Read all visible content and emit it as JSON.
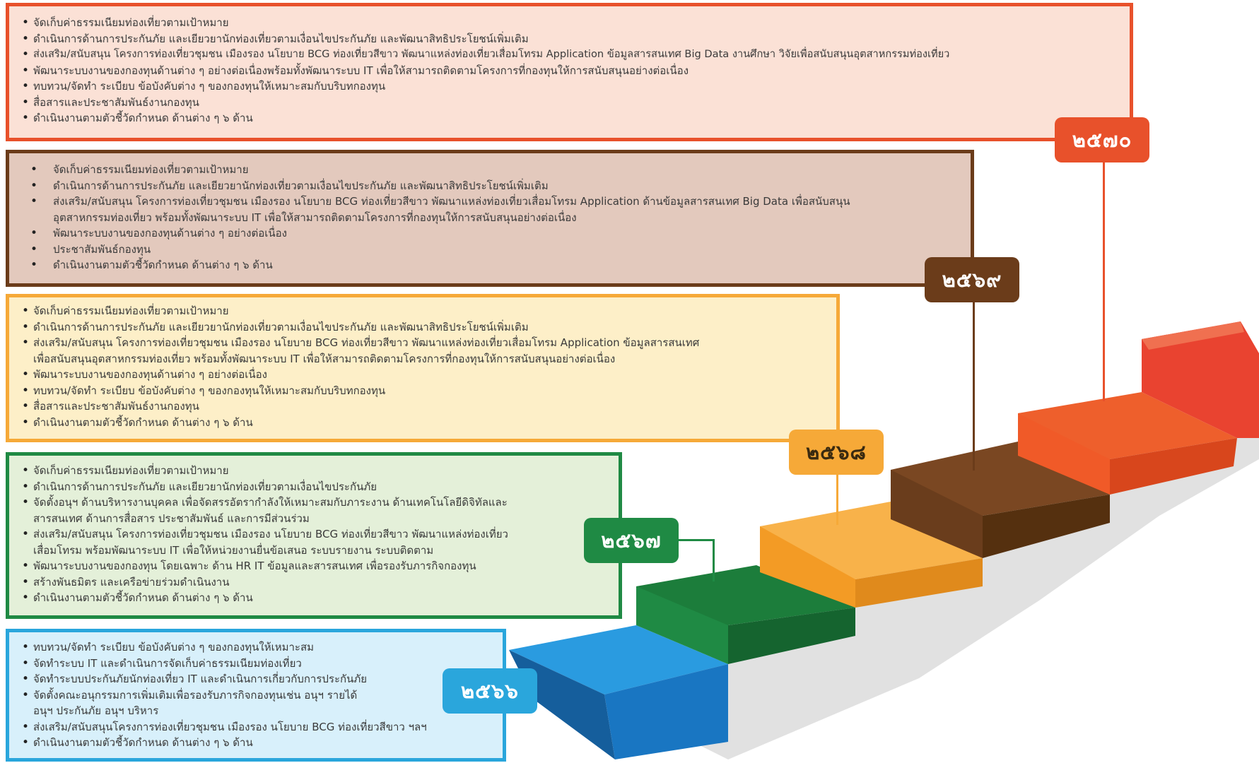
{
  "colors": {
    "y2570": "#e8512b",
    "y2569": "#6b3c1a",
    "y2568": "#f6a938",
    "y2567": "#1f8a44",
    "y2566": "#2aa6dc",
    "stair_blue": "#1f8fd6",
    "stair_green": "#1c7d3b",
    "stair_orange": "#f5a53a",
    "stair_brown": "#6a3d1c",
    "stair_red": "#e94e2e"
  },
  "years": {
    "y2570": {
      "badge": "๒๕๗๐",
      "items": [
        "จัดเก็บค่าธรรมเนียมท่องเที่ยวตามเป้าหมาย",
        "ดำเนินการด้านการประกันภัย และเยียวยานักท่องเที่ยวตามเงื่อนไขประกันภัย และพัฒนาสิทธิประโยชน์เพิ่มเติม",
        "ส่งเสริม/สนับสนุน โครงการท่องเที่ยวชุมชน เมืองรอง นโยบาย BCG ท่องเที่ยวสีขาว พัฒนาแหล่งท่องเที่ยวเสื่อมโทรม Application ข้อมูลสารสนเทศ Big Data งานศึกษา วิจัยเพื่อสนับสนุนอุตสาหกรรมท่องเที่ยว",
        "พัฒนาระบบงานของกองทุนด้านต่าง ๆ อย่างต่อเนื่องพร้อมทั้งพัฒนาระบบ IT เพื่อให้สามารถติดตามโครงการที่กองทุนให้การสนับสนุนอย่างต่อเนื่อง",
        "ทบทวน/จัดทำ ระเบียบ ข้อบังคับต่าง ๆ ของกองทุนให้เหมาะสมกับบริบทกองทุน",
        "สื่อสารและประชาสัมพันธ์งานกองทุน",
        "ดำเนินงานตามตัวชี้วัดกำหนด ด้านต่าง ๆ ๖ ด้าน"
      ]
    },
    "y2569": {
      "badge": "๒๕๖๙",
      "items": [
        {
          "a": "จัดเก็บค่าธรรมเนียมท่องเที่ยวตามเป้าหมาย"
        },
        {
          "a": "ดำเนินการด้านการประกันภัย และเยียวยานักท่องเที่ยวตามเงื่อนไขประกันภัย และพัฒนาสิทธิประโยชน์เพิ่มเติม"
        },
        {
          "a": "ส่งเสริม/สนับสนุน โครงการท่องเที่ยวชุมชน เมืองรอง นโยบาย BCG ท่องเที่ยวสีขาว พัฒนาแหล่งท่องเที่ยวเสื่อมโทรม Application ด้านข้อมูลสารสนเทศ Big Data เพื่อสนับสนุน",
          "b": "อุตสาหกรรมท่องเที่ยว พร้อมทั้งพัฒนาระบบ IT เพื่อให้สามารถติดตามโครงการที่กองทุนให้การสนับสนุนอย่างต่อเนื่อง"
        },
        {
          "a": "พัฒนาระบบงานของกองทุนด้านต่าง ๆ อย่างต่อเนื่อง"
        },
        {
          "a": "ประชาสัมพันธ์กองทุน"
        },
        {
          "a": "ดำเนินงานตามตัวชี้วัดกำหนด ด้านต่าง ๆ ๖ ด้าน"
        }
      ]
    },
    "y2568": {
      "badge": "๒๕๖๘",
      "items": [
        {
          "a": "จัดเก็บค่าธรรมเนียมท่องเที่ยวตามเป้าหมาย"
        },
        {
          "a": "ดำเนินการด้านการประกันภัย และเยียวยานักท่องเที่ยวตามเงื่อนไขประกันภัย และพัฒนาสิทธิประโยชน์เพิ่มเติม"
        },
        {
          "a": "ส่งเสริม/สนับสนุน โครงการท่องเที่ยวชุมชน เมืองรอง นโยบาย BCG ท่องเที่ยวสีขาว พัฒนาแหล่งท่องเที่ยวเสื่อมโทรม Application ข้อมูลสารสนเทศ",
          "b": "เพื่อสนับสนุนอุตสาหกรรมท่องเที่ยว พร้อมทั้งพัฒนาระบบ IT เพื่อให้สามารถติดตามโครงการที่กองทุนให้การสนับสนุนอย่างต่อเนื่อง"
        },
        {
          "a": "พัฒนาระบบงานของกองทุนด้านต่าง ๆ อย่างต่อเนื่อง"
        },
        {
          "a": "ทบทวน/จัดทำ ระเบียบ ข้อบังคับต่าง ๆ ของกองทุนให้เหมาะสมกับบริบทกองทุน"
        },
        {
          "a": "สื่อสารและประชาสัมพันธ์งานกองทุน"
        },
        {
          "a": "ดำเนินงานตามตัวชี้วัดกำหนด ด้านต่าง ๆ ๖ ด้าน"
        }
      ]
    },
    "y2567": {
      "badge": "๒๕๖๗",
      "items": [
        {
          "a": "จัดเก็บค่าธรรมเนียมท่องเที่ยวตามเป้าหมาย"
        },
        {
          "a": "ดำเนินการด้านการประกันภัย และเยียวยานักท่องเที่ยวตามเงื่อนไขประกันภัย"
        },
        {
          "a": "จัดตั้งอนุฯ ด้านบริหารงานบุคคล เพื่อจัดสรรอัตรากำลังให้เหมาะสมกับภาระงาน ด้านเทคโนโลยีดิจิทัลและ",
          "b": "สารสนเทศ ด้านการสื่อสาร ประชาสัมพันธ์ และการมีส่วนร่วม"
        },
        {
          "a": "ส่งเสริม/สนับสนุน โครงการท่องเที่ยวชุมชน เมืองรอง นโยบาย BCG ท่องเที่ยวสีขาว พัฒนาแหล่งท่องเที่ยว",
          "b": "เสื่อมโทรม พร้อมพัฒนาระบบ IT เพื่อให้หน่วยงานยื่นข้อเสนอ ระบบรายงาน ระบบติดตาม"
        },
        {
          "a": "พัฒนาระบบงานของกองทุน โดยเฉพาะ ด้าน HR IT ข้อมูลและสารสนเทศ เพื่อรองรับภารกิจกองทุน"
        },
        {
          "a": "สร้างพันธมิตร และเครือข่ายร่วมดำเนินงาน"
        },
        {
          "a": "ดำเนินงานตามตัวชี้วัดกำหนด ด้านต่าง ๆ ๖ ด้าน"
        }
      ]
    },
    "y2566": {
      "badge": "๒๕๖๖",
      "items": [
        {
          "a": "ทบทวน/จัดทำ ระเบียบ ข้อบังคับต่าง ๆ ของกองทุนให้เหมาะสม"
        },
        {
          "a": "จัดทำระบบ IT และดำเนินการจัดเก็บค่าธรรมเนียมท่องเที่ยว"
        },
        {
          "a": "จัดทำระบบประกันภัยนักท่องเที่ยว IT และดำเนินการเกี่ยวกับการประกันภัย"
        },
        {
          "a": "จัดตั้งคณะอนุกรรมการเพิ่มเติมเพื่อรองรับภารกิจกองทุนเช่น อนุฯ รายได้",
          "b": "อนุฯ ประกันภัย อนุฯ บริหาร"
        },
        {
          "a": "ส่งเสริม/สนับสนุนโครงการท่องเที่ยวชุมชน เมืองรอง นโยบาย BCG ท่องเที่ยวสีขาว ฯลฯ"
        },
        {
          "a": "ดำเนินงานตามตัวชี้วัดกำหนด ด้านต่าง ๆ ๖ ด้าน"
        }
      ]
    }
  }
}
